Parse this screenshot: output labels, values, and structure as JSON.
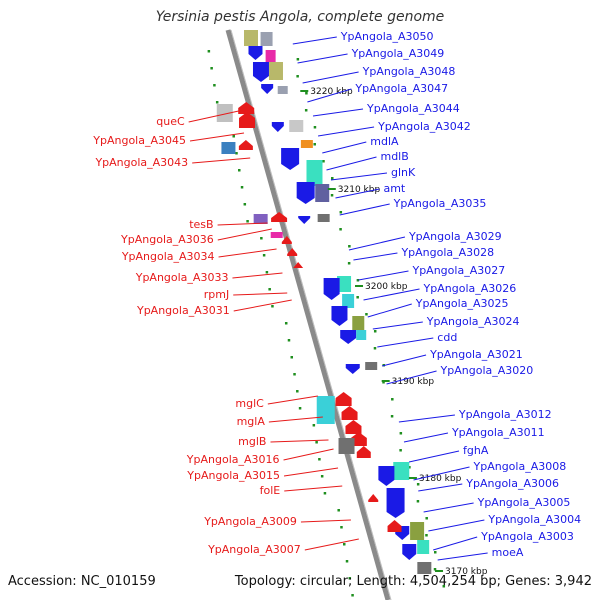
{
  "title": "Yersinia pestis Angola, complete genome",
  "accession": "Accession: NC_010159",
  "stats": "Topology: circular; Length: 4,504,254 bp; Genes: 3,942",
  "colors": {
    "forward_label": "#1a1ae6",
    "reverse_label": "#e61a1a",
    "backbone": "#8a8a8a",
    "gc_dots": "#1f8f1f"
  },
  "kbp_ticks": [
    "3220 kbp",
    "3210 kbp",
    "3200 kbp",
    "3190 kbp",
    "3180 kbp",
    "3170 kbp"
  ],
  "right_labels": [
    "YpAngola_A3050",
    "YpAngola_A3049",
    "YpAngola_A3048",
    "YpAngola_A3047",
    "YpAngola_A3044",
    "YpAngola_A3042",
    "mdlA",
    "mdlB",
    "glnK",
    "amt",
    "YpAngola_A3035",
    "YpAngola_A3029",
    "YpAngola_A3028",
    "YpAngola_A3027",
    "YpAngola_A3026",
    "YpAngola_A3025",
    "YpAngola_A3024",
    "cdd",
    "YpAngola_A3021",
    "YpAngola_A3020",
    "YpAngola_A3012",
    "YpAngola_A3011",
    "fghA",
    "YpAngola_A3008",
    "YpAngola_A3006",
    "YpAngola_A3005",
    "YpAngola_A3004",
    "YpAngola_A3003",
    "moeA"
  ],
  "left_labels": [
    "queC",
    "YpAngola_A3045",
    "YpAngola_A3043",
    "tesB",
    "YpAngola_A3036",
    "YpAngola_A3034",
    "YpAngola_A3033",
    "rpmJ",
    "YpAngola_A3031",
    "mglC",
    "mglA",
    "mglB",
    "YpAngola_A3016",
    "YpAngola_A3015",
    "folE",
    "YpAngola_A3009",
    "YpAngola_A3007"
  ]
}
